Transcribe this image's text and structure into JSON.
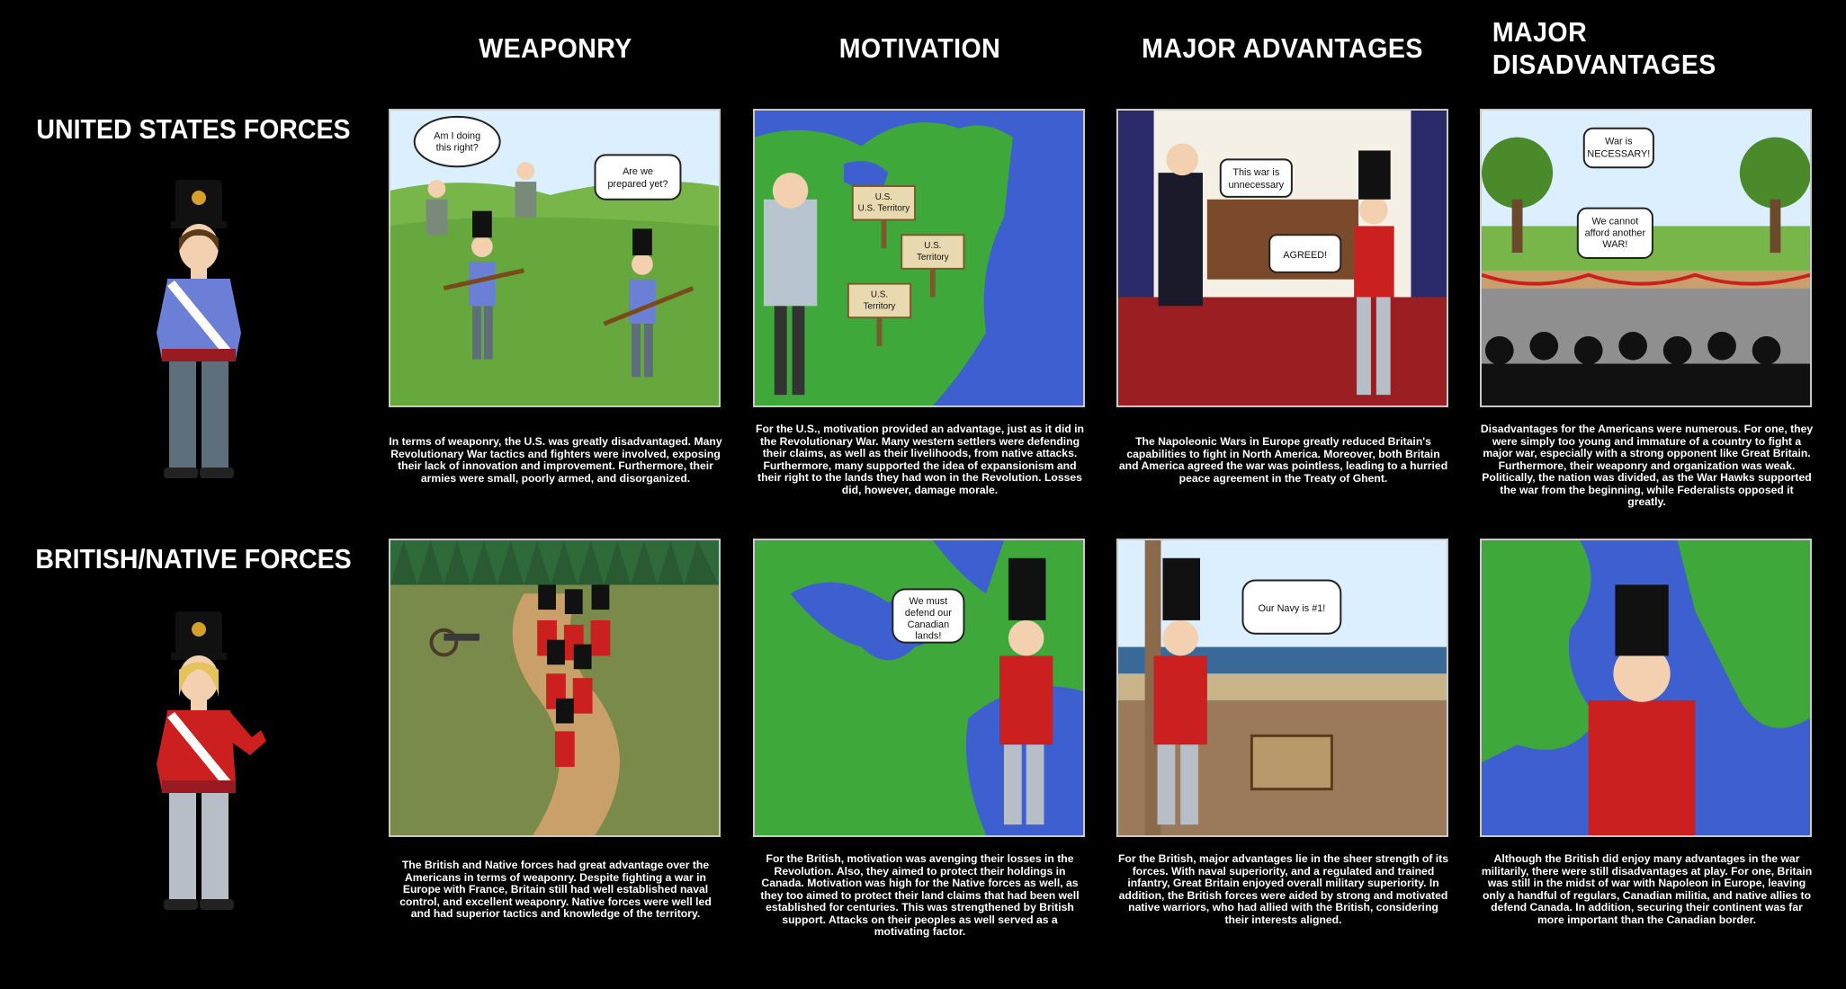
{
  "columns": [
    "WEAPONRY",
    "MOTIVATION",
    "MAJOR ADVANTAGES",
    "MAJOR DISADVANTAGES"
  ],
  "rows": [
    "UNITED STATES FORCES",
    "BRITISH/NATIVE FORCES"
  ],
  "bubbles": {
    "us_weaponry_1": "Am I doing this right?",
    "us_weaponry_2": "Are we prepared yet?",
    "us_motivation_sign": "U.S. Territory",
    "us_adv_1": "This war is unnecessary",
    "us_adv_2": "AGREED!",
    "us_dis_1": "War is NECESSARY!",
    "us_dis_2": "We cannot afford another WAR!",
    "br_motivation_1": "We must defend our Canadian lands!",
    "br_adv_1": "Our Navy is #1!"
  },
  "descriptions": {
    "us_weaponry": "In terms of weaponry, the U.S. was greatly disadvantaged. Many Revolutionary War tactics and fighters were involved, exposing their lack of innovation and improvement. Furthermore, their armies were small, poorly armed, and disorganized.",
    "us_motivation": "For the U.S., motivation provided an advantage, just as it did in the Revolutionary War. Many western settlers were defending their claims, as well as their livelihoods, from native attacks. Furthermore, many supported the idea of expansionism and their right to the lands they had won in the Revolution. Losses did, however, damage morale.",
    "us_advantages": "The Napoleonic Wars in Europe greatly reduced Britain's capabilities to fight in North America. Moreover, both Britain and America agreed the war was pointless, leading to a hurried peace agreement in the Treaty of Ghent.",
    "us_disadvantages": "Disadvantages for the Americans were numerous. For one, they were simply too young and immature of a country to fight a major war, especially with a strong opponent like Great Britain. Furthermore, their weaponry and organization was weak. Politically, the nation was divided, as the War Hawks supported the war from the beginning, while Federalists opposed it greatly.",
    "br_weaponry": "The British and Native forces had great advantage over the Americans in terms of weaponry. Despite fighting a war in Europe with France, Britain still had well established naval control, and excellent weaponry. Native forces were well led and had superior tactics and knowledge of the territory.",
    "br_motivation": "For the British, motivation was avenging their losses in the Revolution. Also, they aimed to protect their holdings in Canada. Motivation was high for the Native forces as well, as they too aimed to protect their land claims that had been well established for centuries. This was strengthened by British support. Attacks on their peoples as well served as a motivating factor.",
    "br_advantages": "For the British, major advantages lie in the sheer strength of its forces. With naval superiority, and a regulated and trained infantry, Great Britain enjoyed overall military superiority. In addition, the British forces were aided by strong and motivated native warriors, who had allied with the British, considering their interests aligned.",
    "br_disadvantages": "Although the British did enjoy many advantages in the war militarily, there were still disadvantages at play. For one, Britain was still in the midst of war with Napoleon in Europe, leaving only a handful of regulars, Canadian militia, and native allies to defend Canada. In addition, securing their continent was far more important than the Canadian border."
  },
  "colors": {
    "background": "#000000",
    "us_uniform": "#6b7fd6",
    "british_uniform": "#cc1f1f",
    "land": "#3fa83a",
    "water": "#3d5fcf"
  }
}
